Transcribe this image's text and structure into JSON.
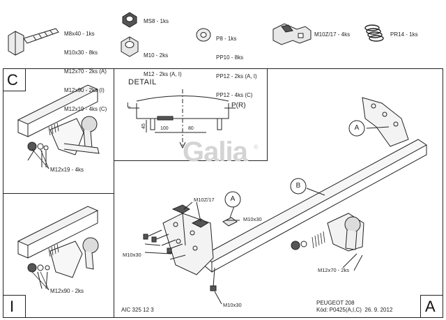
{
  "parts": {
    "bolt": [
      "M8x40 - 1ks",
      "M10x30 - 8ks",
      "M12x70 - 2ks (A)",
      "M12x90 - 2ks (I)",
      "M12x19 - 4ks (C)"
    ],
    "nut_ms8": "MS8 - 1ks",
    "nut_m10": [
      "M10 - 2ks",
      "M12 - 2ks (A, I)"
    ],
    "washer": [
      "P8 - 1ks",
      "PP10 - 8ks",
      "PP12 - 2ks (A, I)",
      "PP12 - 4ks (C)"
    ],
    "bracket": "M10Z/17 - 4ks",
    "spring": "PR14 - 1ks"
  },
  "sections": {
    "c_label": "C",
    "i_label": "I",
    "a_label": "A"
  },
  "detail": {
    "title": "DETAIL",
    "left": "L",
    "right": "P(R)",
    "dim_100": "100",
    "dim_80": "80",
    "dim_45": "45"
  },
  "labels": {
    "c_bolt": "M12x19 - 4ks",
    "i_bolt": "M12x90 - 2ks",
    "bracket": "M10Z/17",
    "bolt_m10_a": "M10x30",
    "bolt_m10_b": "M10x30",
    "bolt_m10_c": "M10x30",
    "bolt_m12": "M12x70 - 2ks",
    "callout_a1": "A",
    "callout_a2": "A",
    "callout_b": "B"
  },
  "footer": {
    "code": "AIC 325 12 3",
    "vehicle": "PEUGEOT 208",
    "kod": "Kód: P0425(A,I,C)  26. 9. 2012"
  },
  "brand": {
    "watermark": "Galia",
    "registered": "®"
  }
}
